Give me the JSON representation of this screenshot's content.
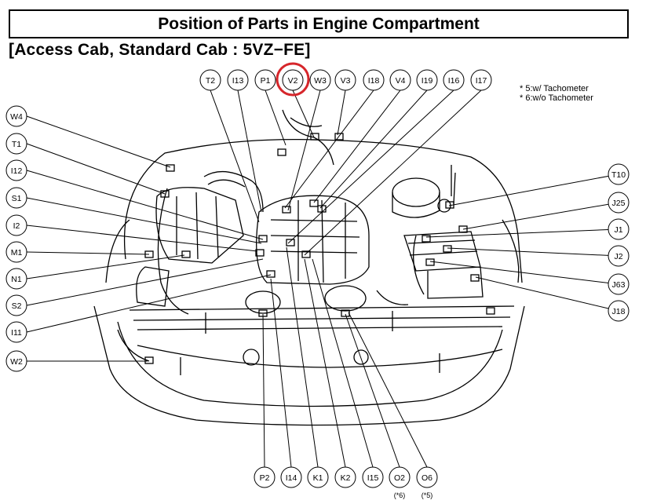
{
  "title": "Position of Parts in Engine Compartment",
  "subtitle": "[Access Cab, Standard Cab : 5VZ−FE]",
  "notes": [
    "* 5:w/ Tachometer",
    "* 6:w/o Tachometer"
  ],
  "highlight_color": "#d6262b",
  "highlighted_part": "V2",
  "top_labels": [
    "T2",
    "I13",
    "P1",
    "V2",
    "W3",
    "V3",
    "I18",
    "V4",
    "I19",
    "I16",
    "I17"
  ],
  "left_labels": [
    "W4",
    "T1",
    "I12",
    "S1",
    "I2",
    "M1",
    "N1",
    "S2",
    "I11",
    "W2"
  ],
  "right_labels": [
    "T10",
    "J25",
    "J1",
    "J2",
    "J63",
    "J18"
  ],
  "bottom_labels": [
    "P2",
    "I14",
    "K1",
    "K2",
    "I15",
    "O2",
    "O6"
  ],
  "bottom_footnotes": {
    "O2": "(*6)",
    "O6": "(*5)"
  }
}
